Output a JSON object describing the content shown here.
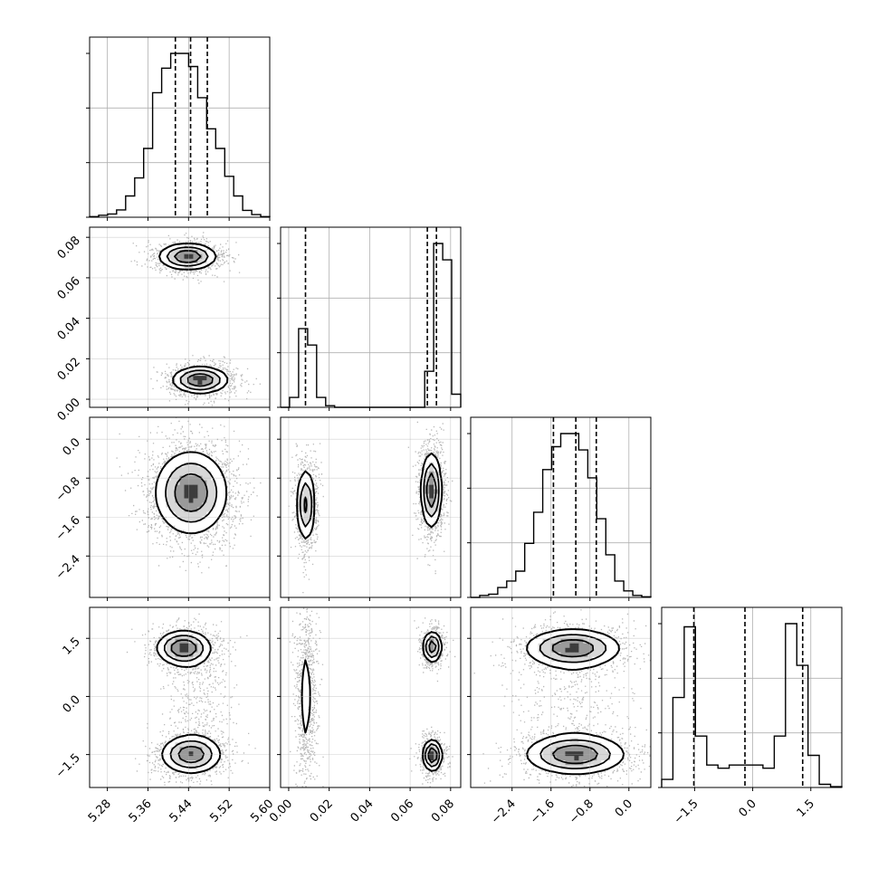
{
  "chart_data": {
    "type": "corner",
    "dims": [
      {
        "range": [
          5.245,
          5.6
        ],
        "ticks": [
          5.28,
          5.36,
          5.44,
          5.52,
          5.6
        ],
        "tick_labels": [
          "5.28",
          "5.36",
          "5.44",
          "5.52",
          "5.60"
        ],
        "quantiles": [
          5.414,
          5.444,
          5.477
        ],
        "hist": [
          0.004,
          0.012,
          0.02,
          0.045,
          0.13,
          0.24,
          0.42,
          0.76,
          0.91,
          1.0,
          1.0,
          0.92,
          0.73,
          0.54,
          0.42,
          0.25,
          0.13,
          0.042,
          0.016,
          0.004
        ]
      },
      {
        "range": [
          -0.004,
          0.085
        ],
        "ticks": [
          0.0,
          0.02,
          0.04,
          0.06,
          0.08
        ],
        "tick_labels": [
          "0.00",
          "0.02",
          "0.04",
          "0.06",
          "0.08"
        ],
        "quantiles": [
          0.0083,
          0.0685,
          0.073
        ],
        "hist": [
          0.0,
          0.06,
          0.48,
          0.38,
          0.06,
          0.01,
          0.0,
          0.0,
          0.0,
          0.0,
          0.0,
          0.0,
          0.0,
          0.0,
          0.0,
          0.0,
          0.22,
          1.0,
          0.9,
          0.08
        ]
      },
      {
        "range": [
          -3.25,
          0.45
        ],
        "ticks": [
          -2.4,
          -1.6,
          -0.8,
          0.0
        ],
        "tick_labels": [
          "−2.4",
          "−1.6",
          "−0.8",
          "0.0"
        ],
        "quantiles": [
          -1.55,
          -1.09,
          -0.67
        ],
        "hist": [
          0.0,
          0.012,
          0.02,
          0.06,
          0.1,
          0.16,
          0.33,
          0.52,
          0.78,
          0.92,
          1.0,
          1.0,
          0.9,
          0.73,
          0.48,
          0.26,
          0.1,
          0.04,
          0.012,
          0.004
        ]
      },
      {
        "range": [
          -2.35,
          2.3
        ],
        "ticks": [
          -1.5,
          0.0,
          1.5
        ],
        "tick_labels": [
          "−1.5",
          "0.0",
          "1.5"
        ],
        "quantiles": [
          -1.52,
          -0.2,
          1.29
        ],
        "hist": [
          0.05,
          0.56,
          1.0,
          0.32,
          0.14,
          0.12,
          0.14,
          0.14,
          0.14,
          0.12,
          0.32,
          1.02,
          0.76,
          0.2,
          0.02,
          0.005
        ]
      }
    ],
    "pairs": [
      {
        "xdim": 0,
        "ydim": 1,
        "modes": [
          {
            "mx": 5.438,
            "my": 0.0705,
            "sx": 0.028,
            "sy": 0.0032,
            "w": 0.5
          },
          {
            "mx": 5.463,
            "my": 0.0095,
            "sx": 0.027,
            "sy": 0.0032,
            "w": 0.5
          }
        ]
      },
      {
        "xdim": 0,
        "ydim": 2,
        "modes": [
          {
            "mx": 5.445,
            "my": -1.1,
            "sx": 0.035,
            "sy": 0.42,
            "w": 1.0
          }
        ]
      },
      {
        "xdim": 1,
        "ydim": 2,
        "modes": [
          {
            "mx": 0.0085,
            "my": -1.35,
            "sx": 0.0023,
            "sy": 0.38,
            "w": 0.4
          },
          {
            "mx": 0.0705,
            "my": -1.05,
            "sx": 0.0025,
            "sy": 0.38,
            "w": 0.6
          }
        ]
      },
      {
        "xdim": 0,
        "ydim": 3,
        "modes": [
          {
            "mx": 5.43,
            "my": 1.25,
            "sx": 0.026,
            "sy": 0.22,
            "w": 0.4
          },
          {
            "mx": 5.445,
            "my": -1.5,
            "sx": 0.029,
            "sy": 0.24,
            "w": 0.45
          },
          {
            "mx": 5.455,
            "my": 0.0,
            "sx": 0.03,
            "sy": 0.75,
            "w": 0.15
          }
        ]
      },
      {
        "xdim": 1,
        "ydim": 3,
        "modes": [
          {
            "mx": 0.0085,
            "my": 0.0,
            "sx": 0.0022,
            "sy": 1.0,
            "w": 0.35
          },
          {
            "mx": 0.071,
            "my": 1.28,
            "sx": 0.0023,
            "sy": 0.2,
            "w": 0.3
          },
          {
            "mx": 0.071,
            "my": -1.52,
            "sx": 0.0023,
            "sy": 0.2,
            "w": 0.35
          }
        ]
      },
      {
        "xdim": 2,
        "ydim": 3,
        "modes": [
          {
            "mx": -1.15,
            "my": 1.25,
            "sx": 0.48,
            "sy": 0.24,
            "w": 0.4
          },
          {
            "mx": -1.1,
            "my": -1.5,
            "sx": 0.5,
            "sy": 0.25,
            "w": 0.45
          },
          {
            "mx": -1.15,
            "my": 0.0,
            "sx": 0.5,
            "sy": 0.75,
            "w": 0.15
          }
        ]
      }
    ],
    "grid": true,
    "colors": {
      "contour": "#000000",
      "points": "#000000",
      "background": "#ffffff"
    }
  }
}
